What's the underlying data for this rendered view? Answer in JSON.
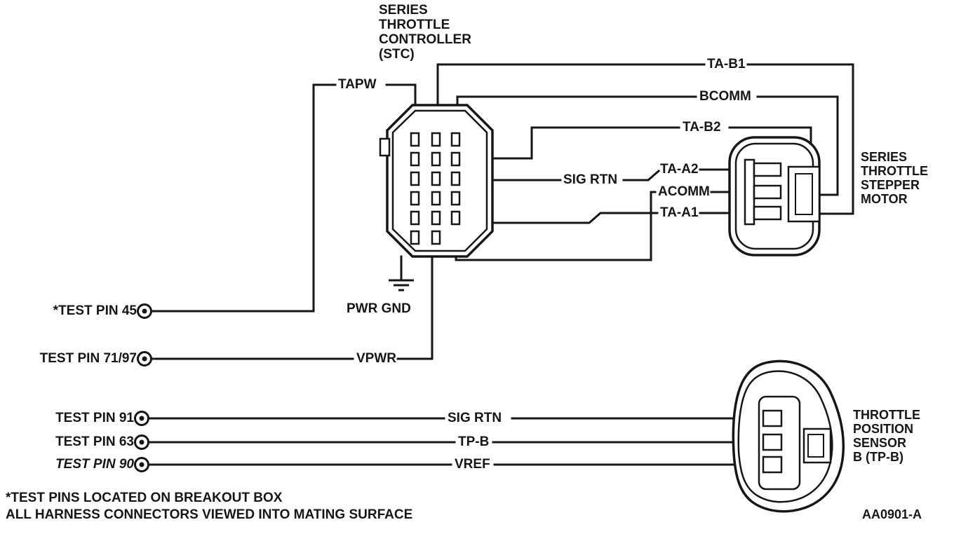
{
  "page": {
    "background": "#ffffff",
    "ink": "#161616"
  },
  "components": {
    "stc": {
      "name_lines": [
        "SERIES",
        "THROTTLE",
        "CONTROLLER",
        "(STC)"
      ]
    },
    "stepper_motor": {
      "name_lines": [
        "SERIES",
        "THROTTLE",
        "STEPPER",
        "MOTOR"
      ]
    },
    "tps": {
      "name_lines": [
        "THROTTLE",
        "POSITION",
        "SENSOR",
        "B (TP-B)"
      ]
    }
  },
  "wire_labels": {
    "tapw": "TAPW",
    "ta_b1": "TA-B1",
    "bcomm": "BCOMM",
    "ta_b2": "TA-B2",
    "sig_rtn_mid": "SIG RTN",
    "ta_a2": "TA-A2",
    "acomm": "ACOMM",
    "ta_a1": "TA-A1",
    "pwr_gnd": "PWR GND",
    "vpwr": "VPWR",
    "sig_rtn_bot": "SIG RTN",
    "tp_b": "TP-B",
    "vref": "VREF"
  },
  "test_pins": {
    "pin45": "*TEST PIN 45",
    "pin71_97": "TEST PIN 71/97",
    "pin91": "TEST PIN 91",
    "pin63": "TEST PIN 63",
    "pin90": "TEST PIN 90"
  },
  "notes": {
    "line1": "*TEST PINS LOCATED ON BREAKOUT BOX",
    "line2": "ALL HARNESS CONNECTORS VIEWED INTO MATING SURFACE"
  },
  "figure_id": "AA0901-A"
}
